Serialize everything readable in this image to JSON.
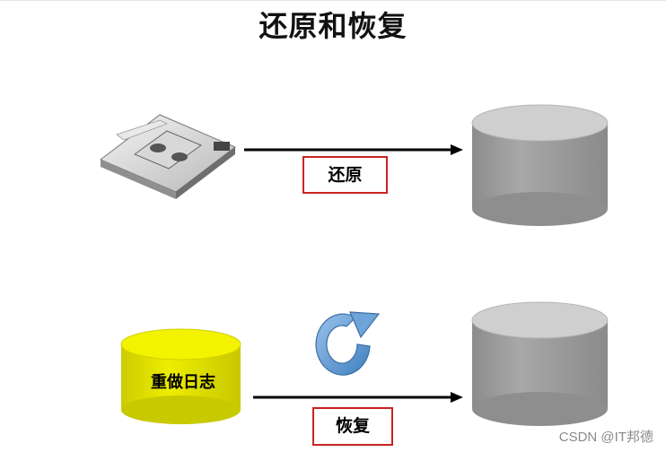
{
  "title": "还原和恢复",
  "restore": {
    "label": "还原"
  },
  "recover": {
    "label": "恢复"
  },
  "redo_log": {
    "label": "重做日志"
  },
  "watermark": "CSDN @IT邦德",
  "colors": {
    "arrow": "#000000",
    "label_border": "#cc2222",
    "database_cylinder": "#a0a0a0",
    "redo_log_cylinder": "#e8e800",
    "recover_icon": "#5b9bd5"
  },
  "icons": [
    "tape-cartridge-icon",
    "database-icon",
    "refresh-icon"
  ]
}
